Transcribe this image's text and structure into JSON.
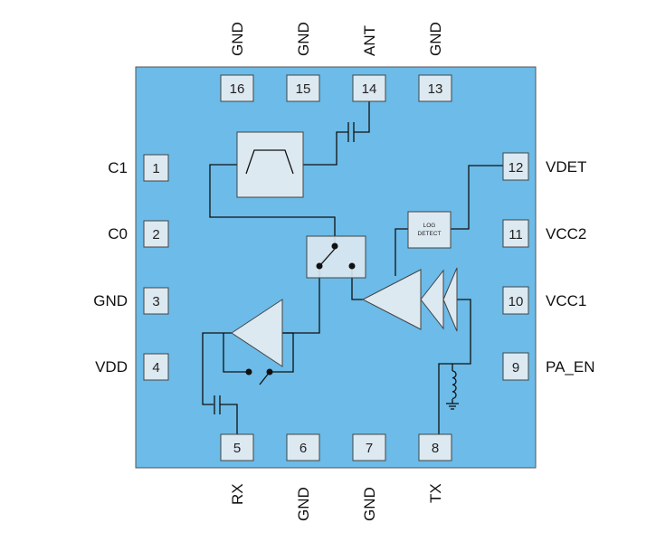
{
  "pins": {
    "p1": {
      "number": "1",
      "name": "C1"
    },
    "p2": {
      "number": "2",
      "name": "C0"
    },
    "p3": {
      "number": "3",
      "name": "GND"
    },
    "p4": {
      "number": "4",
      "name": "VDD"
    },
    "p5": {
      "number": "5",
      "name": "RX"
    },
    "p6": {
      "number": "6",
      "name": "GND"
    },
    "p7": {
      "number": "7",
      "name": "GND"
    },
    "p8": {
      "number": "8",
      "name": "TX"
    },
    "p9": {
      "number": "9",
      "name": "PA_EN"
    },
    "p10": {
      "number": "10",
      "name": "VCC1"
    },
    "p11": {
      "number": "11",
      "name": "VCC2"
    },
    "p12": {
      "number": "12",
      "name": "VDET"
    },
    "p13": {
      "number": "13",
      "name": "GND"
    },
    "p14": {
      "number": "14",
      "name": "ANT"
    },
    "p15": {
      "number": "15",
      "name": "GND"
    },
    "p16": {
      "number": "16",
      "name": "GND"
    }
  },
  "blocks": {
    "log_detect_line1": "LOG",
    "log_detect_line2": "DETECT"
  },
  "colors": {
    "chip_body": "#6cbbe8",
    "pad_fill": "#dde9f1",
    "wire": "#111111"
  }
}
